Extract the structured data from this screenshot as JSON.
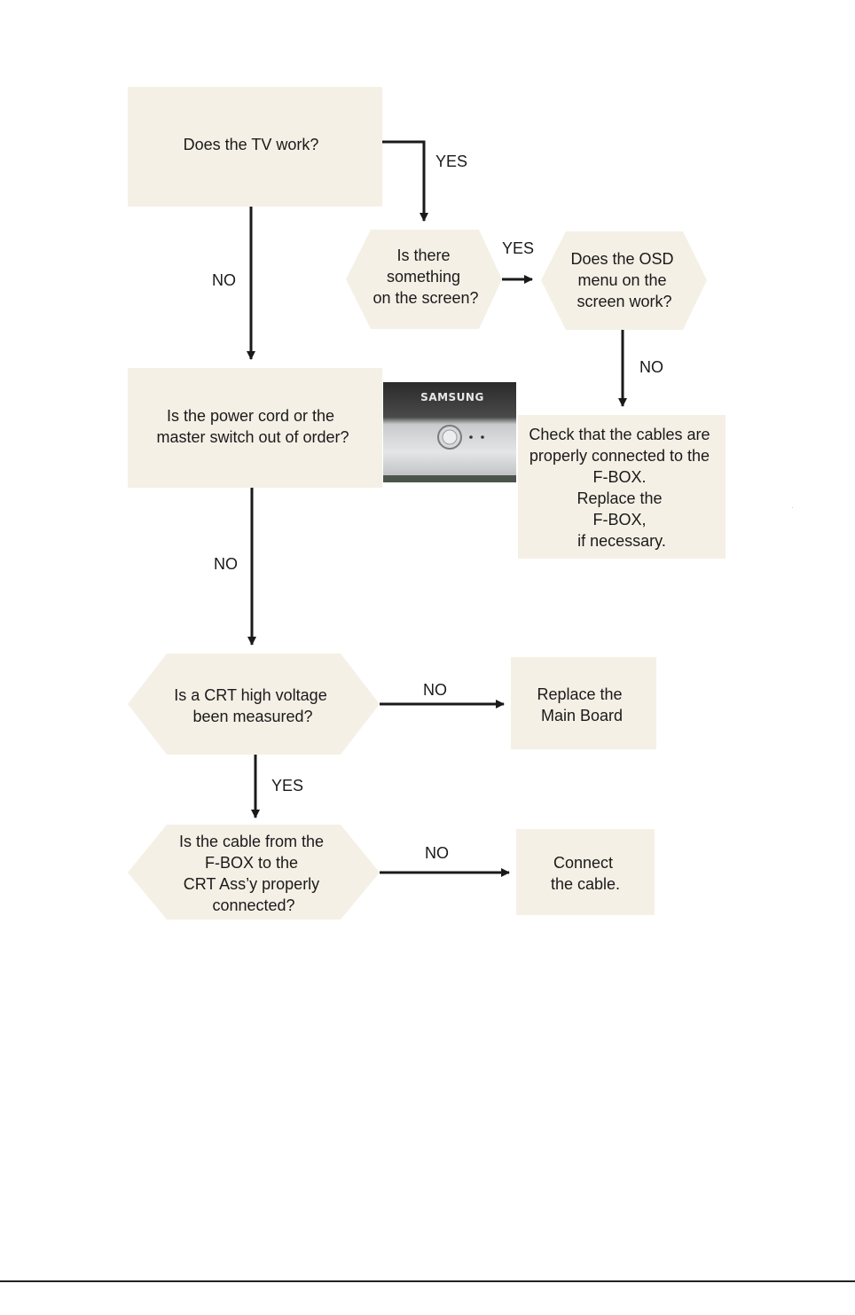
{
  "nodes": {
    "tv_works": {
      "shape": "rect",
      "lines": [
        "Does the TV work?"
      ]
    },
    "something_on_screen": {
      "shape": "hexagon",
      "lines": [
        "Is there",
        "something",
        "on the screen?"
      ]
    },
    "osd_menu": {
      "shape": "hexagon",
      "lines": [
        "Does the OSD",
        "menu on the",
        "screen work?"
      ]
    },
    "power_cord": {
      "shape": "rect",
      "lines": [
        "Is the power cord or the",
        "master switch out of order?"
      ]
    },
    "check_cables": {
      "shape": "rect",
      "lines": [
        "Check that the cables are",
        "properly connected to the",
        "F-BOX.",
        "Replace the",
        "F-BOX,",
        "if necessary."
      ]
    },
    "crt_voltage": {
      "shape": "hexagon",
      "lines": [
        "Is a CRT high voltage",
        "been measured?"
      ]
    },
    "replace_main": {
      "shape": "rect",
      "lines": [
        "Replace the",
        "Main Board"
      ]
    },
    "cable_connected": {
      "shape": "hexagon",
      "lines": [
        "Is the cable from the",
        "F-BOX to the",
        "CRT Ass’y properly",
        "connected?"
      ]
    },
    "connect_cable": {
      "shape": "rect",
      "lines": [
        "Connect",
        "the cable."
      ]
    }
  },
  "edges": [
    {
      "from": "tv_works",
      "to": "something_on_screen",
      "label": "YES"
    },
    {
      "from": "something_on_screen",
      "to": "osd_menu",
      "label": "YES"
    },
    {
      "from": "tv_works",
      "to": "power_cord",
      "label": "NO"
    },
    {
      "from": "osd_menu",
      "to": "check_cables",
      "label": "NO"
    },
    {
      "from": "power_cord",
      "to": "crt_voltage",
      "label": "NO"
    },
    {
      "from": "crt_voltage",
      "to": "replace_main",
      "label": "NO"
    },
    {
      "from": "crt_voltage",
      "to": "cable_connected",
      "label": "YES"
    },
    {
      "from": "cable_connected",
      "to": "connect_cable",
      "label": "NO"
    }
  ],
  "photo": {
    "brand_text": "SAMSUNG"
  },
  "colors": {
    "node_fill": "#f5f0e6",
    "line": "#1a1a1a",
    "photo_panel": "#d9dadc"
  }
}
